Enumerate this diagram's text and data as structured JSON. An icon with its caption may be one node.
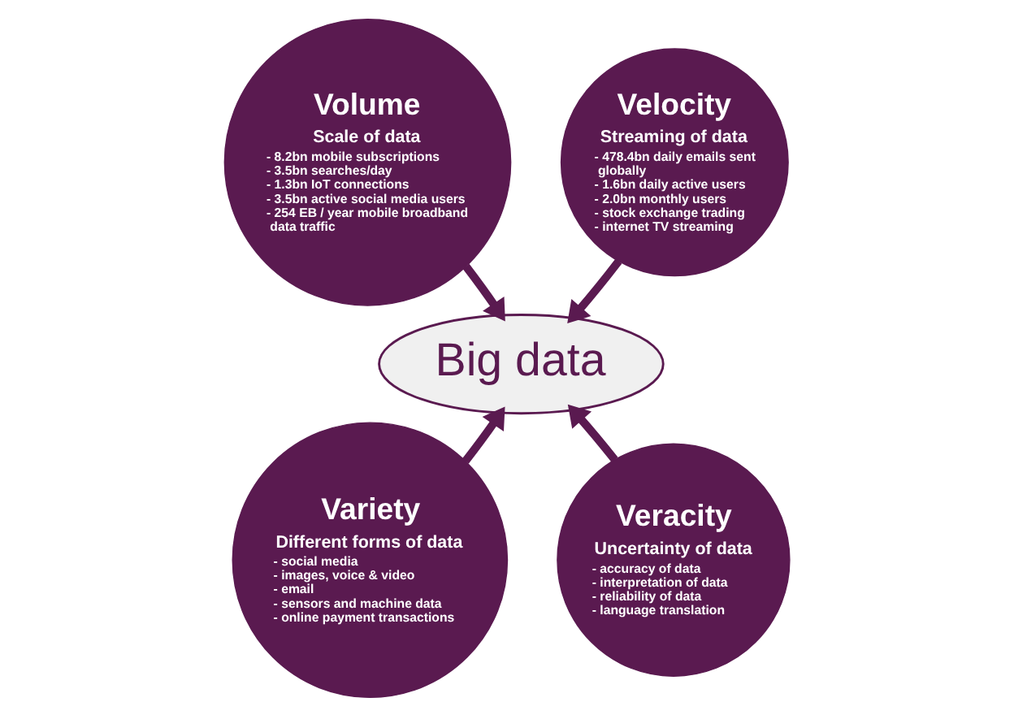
{
  "diagram": {
    "nodes": [
      {
        "text": [
          "Volume",
          "Scale of data",
          "- 8.2bn mobile subscriptions",
          "- 3.5bn searches/day",
          "- 1.3bn IoT connections",
          "- 3.5bn active social media users",
          "- 254 EB / year mobile broadband data traffic"
        ]
      },
      {
        "text": [
          "Velocity",
          "Streaming of data",
          "- 478.4bn daily emails sent globally",
          "- 1.6bn daily active users",
          "- 2.0bn monthly users",
          "- stock exchange trading",
          "- internet TV streaming"
        ]
      },
      {
        "text": [
          "Big data"
        ]
      },
      {
        "text": [
          "Variety",
          "Different forms of data",
          "- social media",
          "- images, voice & video",
          "- email",
          "- sensors and machine data",
          "- online payment transactions"
        ]
      },
      {
        "text": [
          "Veracity",
          "Uncertainty of data",
          "- accuracy of data",
          "- interpretation of data",
          "- reliability of data",
          "- language translation"
        ]
      }
    ],
    "edges": [
      {
        "from": 0,
        "to": 2,
        "arrow": "to"
      },
      {
        "from": 1,
        "to": 2,
        "arrow": "to"
      },
      {
        "from": 3,
        "to": 2,
        "arrow": "to"
      },
      {
        "from": 4,
        "to": 2,
        "arrow": "to"
      }
    ]
  }
}
